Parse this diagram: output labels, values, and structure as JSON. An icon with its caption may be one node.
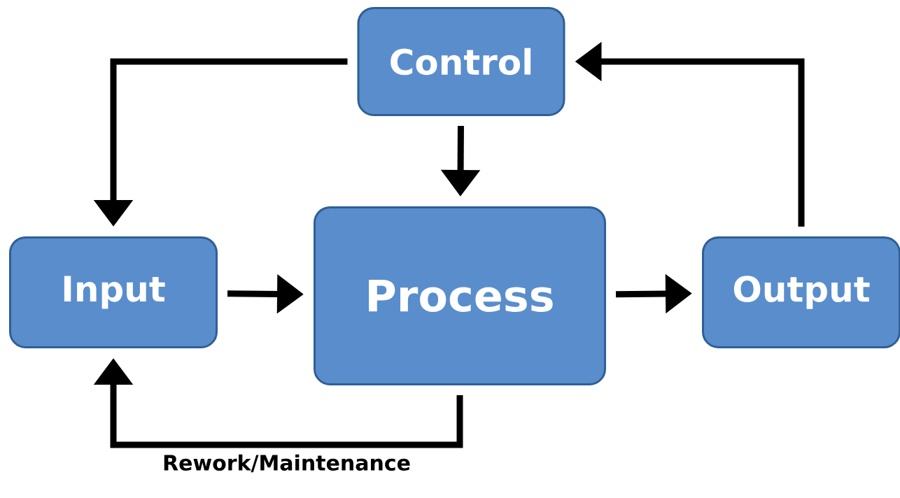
{
  "diagram": {
    "nodes": [
      {
        "text": [
          "Control"
        ]
      },
      {
        "text": [
          "Input"
        ]
      },
      {
        "text": [
          "Process"
        ]
      },
      {
        "text": [
          "Output"
        ]
      }
    ],
    "edges": [
      {
        "from": 0,
        "to": 1,
        "arrow": "to"
      },
      {
        "from": 0,
        "to": 2,
        "arrow": "to"
      },
      {
        "from": 1,
        "to": 2,
        "arrow": "to"
      },
      {
        "from": 2,
        "to": 3,
        "arrow": "to"
      },
      {
        "from": 3,
        "to": 0,
        "arrow": "to"
      },
      {
        "from": 2,
        "to": 1,
        "arrow": "to",
        "label": "Rework/Maintenance"
      }
    ]
  }
}
